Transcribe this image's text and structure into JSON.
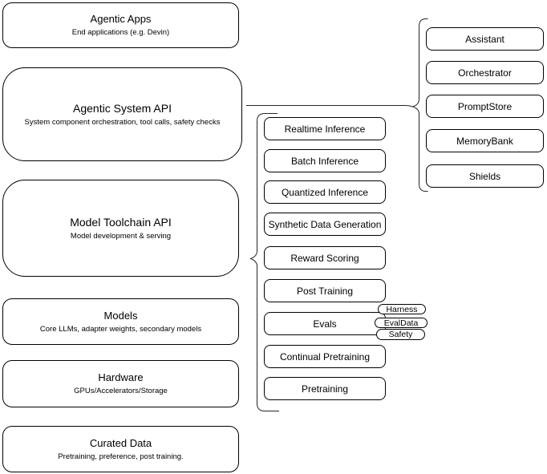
{
  "diagram": {
    "left_column": [
      {
        "title": "Agentic Apps",
        "subtitle": "End applications (e.g. Devin)"
      },
      {
        "title": "Agentic System API",
        "subtitle": "System component orchestration, tool calls, safety checks"
      },
      {
        "title": "Model Toolchain API",
        "subtitle": "Model development & serving"
      },
      {
        "title": "Models",
        "subtitle": "Core LLMs, adapter weights, secondary models"
      },
      {
        "title": "Hardware",
        "subtitle": "GPUs/Accelerators/Storage"
      },
      {
        "title": "Curated Data",
        "subtitle": "Pretraining, preference, post training."
      }
    ],
    "toolchain_services": [
      "Realtime Inference",
      "Batch Inference",
      "Quantized Inference",
      "Synthetic Data Generation",
      "Reward Scoring",
      "Post Training",
      "Evals",
      "Continual Pretraining",
      "Pretraining"
    ],
    "eval_tags": [
      "Harness",
      "EvalData",
      "Safety"
    ],
    "system_components": [
      "Assistant",
      "Orchestrator",
      "PromptStore",
      "MemoryBank",
      "Shields"
    ],
    "colors": {
      "background": "#ffffff",
      "node_fill": "#ffffff",
      "node_border": "#000000",
      "text": "#000000",
      "connector": "#262626"
    }
  }
}
